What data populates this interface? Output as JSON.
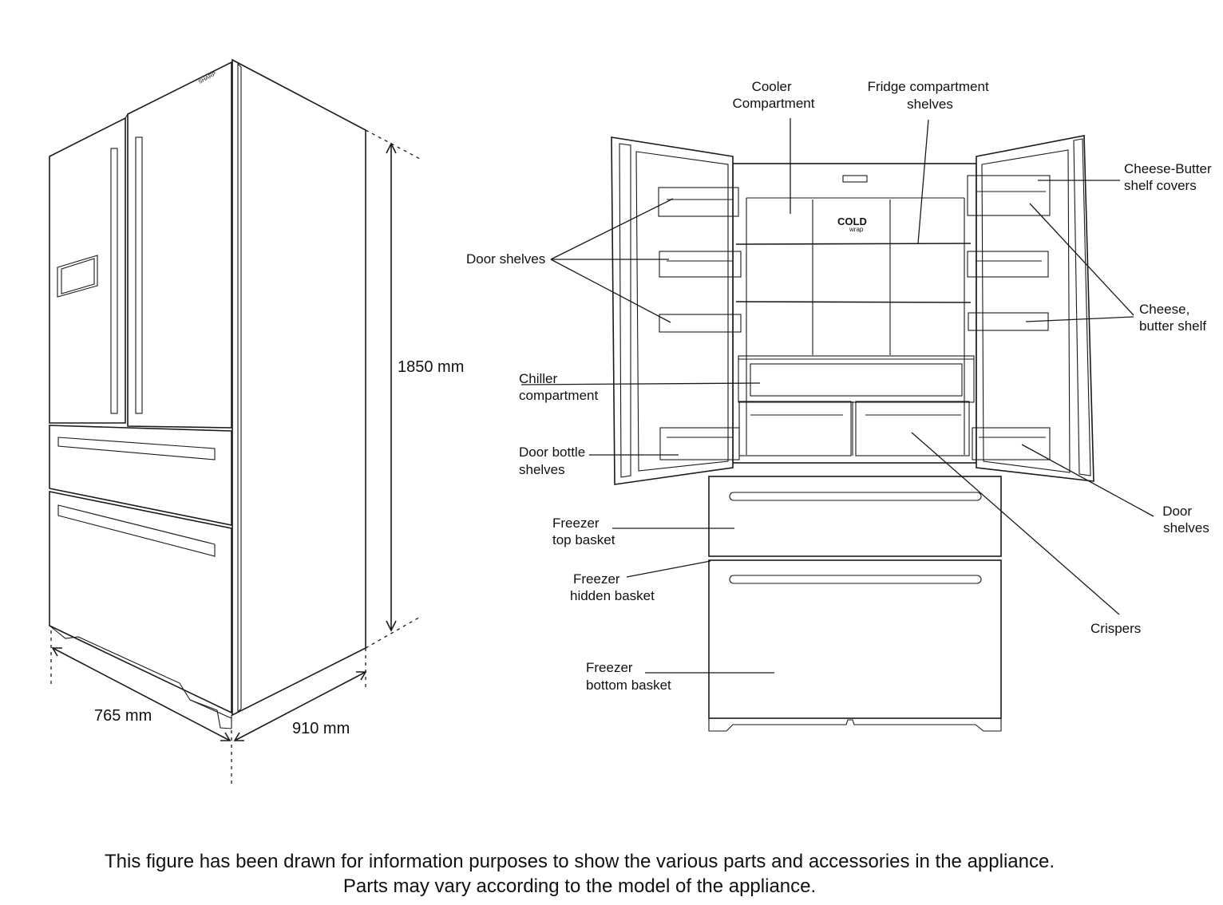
{
  "dimensions": {
    "height": "1850 mm",
    "width": "765 mm",
    "depth": "910 mm"
  },
  "brand_mark": "SHARP",
  "logo_text": {
    "cold": "COLD",
    "wrap": "wrap"
  },
  "labels": {
    "cooler_compartment": [
      "Cooler",
      "Compartment"
    ],
    "fridge_shelves": [
      "Fridge compartment",
      "shelves"
    ],
    "cheese_butter_covers": [
      "Cheese-Butter",
      "shelf covers"
    ],
    "door_shelves_left": [
      "Door shelves"
    ],
    "cheese_butter_shelf": [
      "Cheese,",
      "butter shelf"
    ],
    "chiller_compartment": [
      "Chiller",
      "compartment"
    ],
    "door_bottle_shelves": [
      "Door bottle",
      "shelves"
    ],
    "door_shelves_right": [
      "Door",
      "shelves"
    ],
    "freezer_top_basket": [
      "Freezer",
      "top basket"
    ],
    "freezer_hidden_basket": [
      "Freezer",
      "hidden basket"
    ],
    "crispers": [
      "Crispers"
    ],
    "freezer_bottom_basket": [
      "Freezer",
      "bottom basket"
    ]
  },
  "footnote": {
    "line1": "This figure has been drawn for information purposes to show the various parts and accessories in the appliance.",
    "line2": "Parts may vary according to the model of the appliance."
  }
}
